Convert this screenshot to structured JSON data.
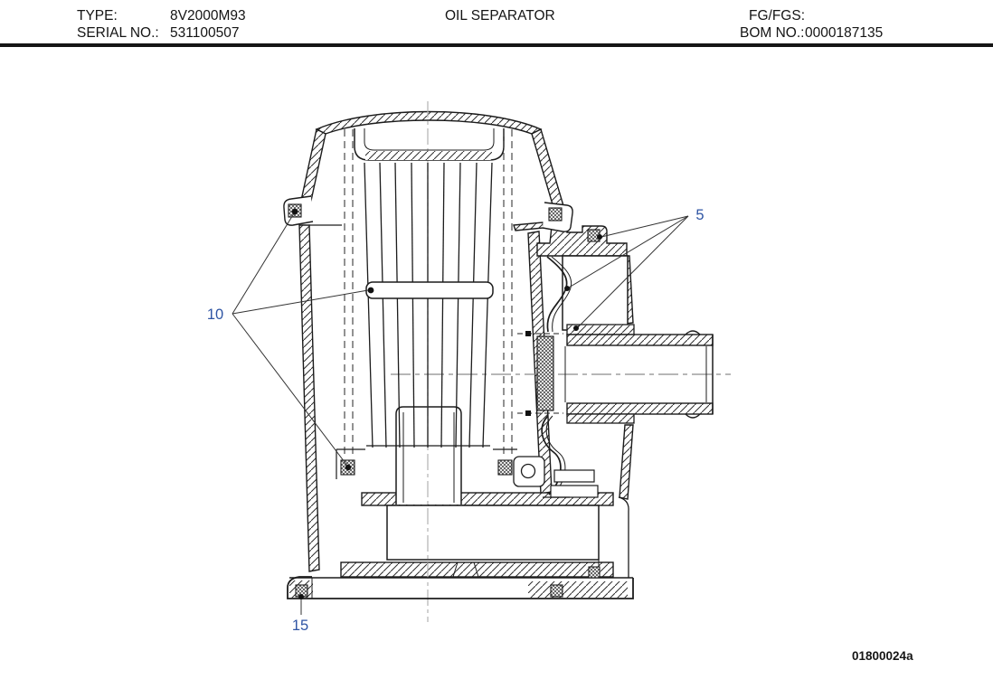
{
  "header": {
    "type_label": "TYPE:",
    "type_value": "8V2000M93",
    "serial_label": "SERIAL NO.:",
    "serial_value": "531100507",
    "title": "OIL SEPARATOR",
    "fg_fgs_label": "FG/FGS:",
    "bom_label": "BOM NO.:",
    "bom_value": "0000187135"
  },
  "figure": {
    "description": "cross-section technical drawing of an oil separator",
    "drawing_number": "01800024a",
    "callouts": [
      {
        "label": "10"
      },
      {
        "label": "5"
      },
      {
        "label": "15"
      }
    ],
    "colors": {
      "callout_text": "#2f55a4",
      "drawing_line": "#1c1c1c",
      "centerline": "#a8a8a8"
    }
  }
}
